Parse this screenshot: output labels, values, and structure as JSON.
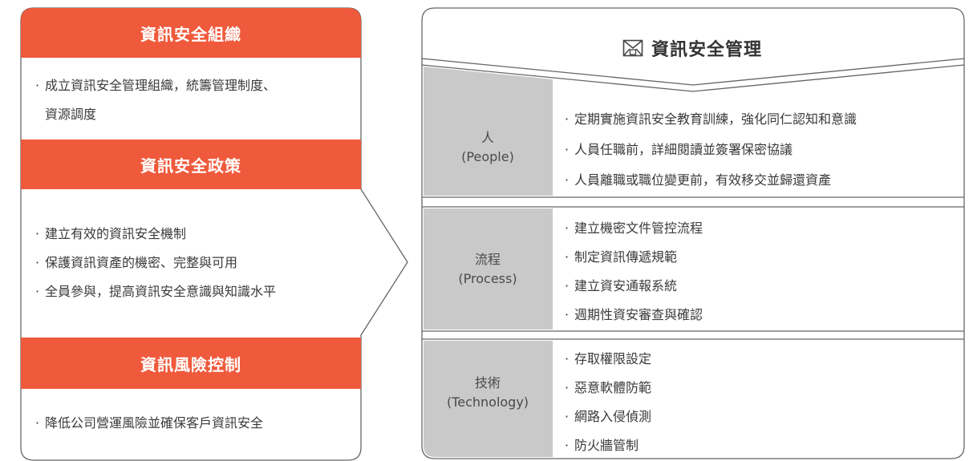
{
  "left": {
    "sections": [
      {
        "header": "資訊安全組織",
        "items": [
          "成立資訊安全管理組織，統籌管理制度、",
          "資源調度"
        ]
      },
      {
        "header": "資訊安全政策",
        "items": [
          "建立有效的資訊安全機制",
          "保護資訊資產的機密、完整與可用",
          "全員參與，提高資訊安全意識與知識水平"
        ]
      },
      {
        "header": "資訊風險控制",
        "items": [
          "降低公司營運風險並確保客戶資訊安全"
        ]
      }
    ]
  },
  "right": {
    "title": "資訊安全管理",
    "title_icon": "envelope-icon",
    "rows": [
      {
        "label_zh": "人",
        "label_en": "(People)",
        "items": [
          "定期實施資訊安全教育訓練，強化同仁認知和意識",
          "人員任職前，詳細閱讀並簽署保密協議",
          "人員離職或職位變更前，有效移交並歸還資產"
        ]
      },
      {
        "label_zh": "流程",
        "label_en": "(Process)",
        "items": [
          "建立機密文件管控流程",
          "制定資訊傳遞規範",
          "建立資安通報系統",
          "週期性資安審查與確認"
        ]
      },
      {
        "label_zh": "技術",
        "label_en": "(Technology)",
        "items": [
          "存取權限設定",
          "惡意軟體防範",
          "網路入侵偵測",
          "防火牆管制"
        ]
      }
    ]
  },
  "colors": {
    "accent": "#EF5A3C",
    "label_bg": "#C9C9CA",
    "border": "#666666"
  }
}
